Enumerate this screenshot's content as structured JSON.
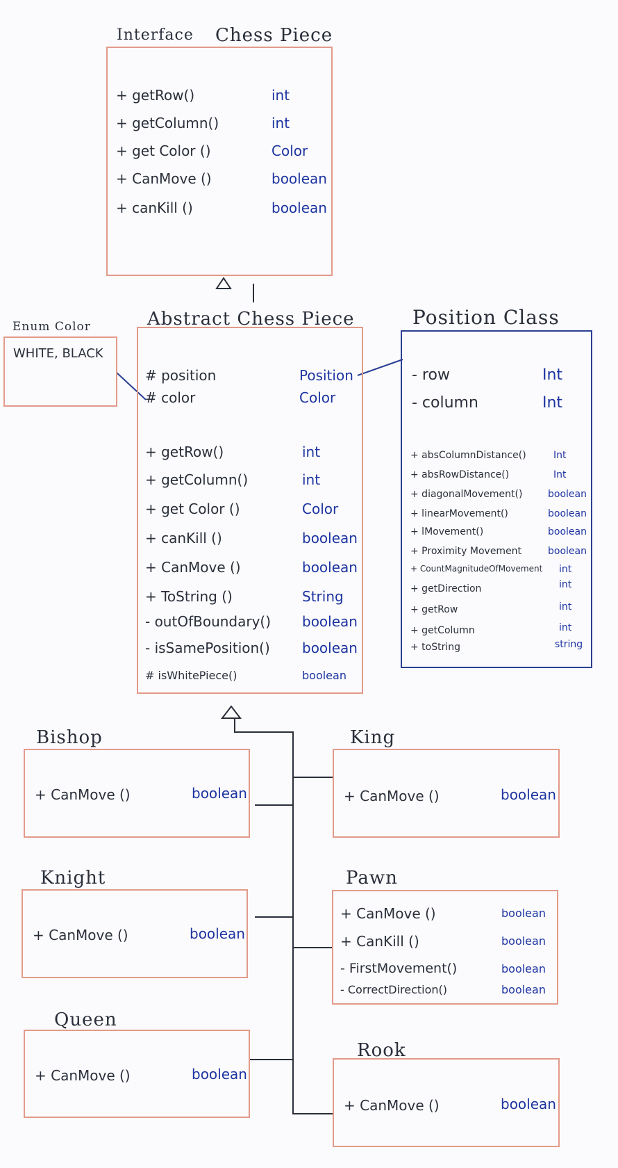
{
  "interface_box": {
    "title_left": "Interface",
    "title_right": "Chess Piece",
    "methods": [
      {
        "name": "+ getRow()",
        "type": "int"
      },
      {
        "name": "+ getColumn()",
        "type": "int"
      },
      {
        "name": "+ get Color ()",
        "type": "Color"
      },
      {
        "name": "+ CanMove ()",
        "type": "boolean"
      },
      {
        "name": "+ canKill ()",
        "type": "boolean"
      }
    ]
  },
  "abstract_box": {
    "title": "Abstract Chess Piece",
    "fields": [
      {
        "name": "# position",
        "type": "Position"
      },
      {
        "name": "# color",
        "type": "Color"
      }
    ],
    "methods": [
      {
        "name": "+ getRow()",
        "type": "int"
      },
      {
        "name": "+ getColumn()",
        "type": "int"
      },
      {
        "name": "+ get Color ()",
        "type": "Color"
      },
      {
        "name": "+ canKill ()",
        "type": "boolean"
      },
      {
        "name": "+ CanMove ()",
        "type": "boolean"
      },
      {
        "name": "+ ToString ()",
        "type": "String"
      },
      {
        "name": "- outOfBoundary()",
        "type": "boolean"
      },
      {
        "name": "- isSamePosition()",
        "type": "boolean"
      },
      {
        "name": "# isWhitePiece()",
        "type": "boolean"
      }
    ]
  },
  "enum_box": {
    "title": "Enum Color",
    "values": "WHITE, BLACK"
  },
  "position_box": {
    "title": "Position Class",
    "fields": [
      {
        "name": "- row",
        "type": "Int"
      },
      {
        "name": "- column",
        "type": "Int"
      }
    ],
    "methods": [
      {
        "name": "+ absColumnDistance()",
        "type": "Int"
      },
      {
        "name": "+ absRowDistance()",
        "type": "Int"
      },
      {
        "name": "+ diagonalMovement()",
        "type": "boolean"
      },
      {
        "name": "+ linearMovement()",
        "type": "boolean"
      },
      {
        "name": "+ lMovement()",
        "type": "boolean"
      },
      {
        "name": "+ Proximity Movement",
        "type": "boolean"
      },
      {
        "name": "+ CountMagnitudeOfMovement",
        "type": "int"
      },
      {
        "name": "+ getDirection",
        "type": "int"
      },
      {
        "name": "+ getRow",
        "type": "int"
      },
      {
        "name": "+ getColumn",
        "type": "int"
      },
      {
        "name": "+ toString",
        "type": "string"
      }
    ]
  },
  "subclasses": {
    "bishop": {
      "title": "Bishop",
      "methods": [
        {
          "name": "+ CanMove ()",
          "type": "boolean"
        }
      ]
    },
    "king": {
      "title": "King",
      "methods": [
        {
          "name": "+ CanMove ()",
          "type": "boolean"
        }
      ]
    },
    "knight": {
      "title": "Knight",
      "methods": [
        {
          "name": "+ CanMove ()",
          "type": "boolean"
        }
      ]
    },
    "pawn": {
      "title": "Pawn",
      "methods": [
        {
          "name": "+ CanMove ()",
          "type": "boolean"
        },
        {
          "name": "+ CanKill ()",
          "type": "boolean"
        },
        {
          "name": "- FirstMovement()",
          "type": "boolean"
        },
        {
          "name": "- CorrectDirection()",
          "type": "boolean"
        }
      ]
    },
    "queen": {
      "title": "Queen",
      "methods": [
        {
          "name": "+ CanMove ()",
          "type": "boolean"
        }
      ]
    },
    "rook": {
      "title": "Rook",
      "methods": [
        {
          "name": "+ CanMove ()",
          "type": "boolean"
        }
      ]
    }
  },
  "colors": {
    "box_border": "#e39a8a",
    "position_border": "#2a3f93",
    "type_text": "#1d34a0",
    "ink": "#2a2f3a"
  }
}
